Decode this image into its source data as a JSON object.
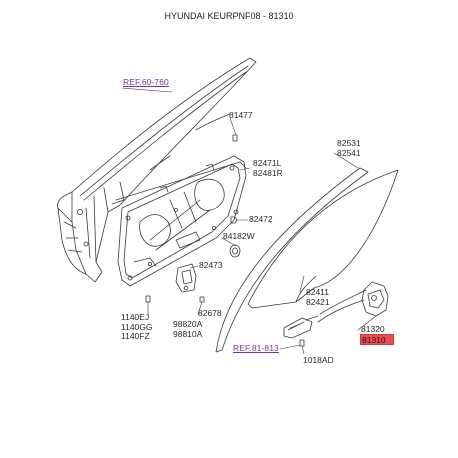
{
  "header": {
    "title": "HYUNDAI KEURPNF08 - 81310"
  },
  "refs": {
    "ref_door": "REF.60-760",
    "ref_latch": "REF.81-813"
  },
  "parts": {
    "p81477": "81477",
    "p82471": [
      "82471L",
      "82481R"
    ],
    "p82472": "82472",
    "p84182": "84182W",
    "p82473": "82473",
    "p82678": "82678",
    "p1140": [
      "1140EJ",
      "1140GG",
      "1140FZ"
    ],
    "p98820": [
      "98820A",
      "98810A"
    ],
    "p82531": [
      "82531",
      "82541"
    ],
    "p82411": [
      "82411",
      "82421"
    ],
    "p81320": "81320",
    "p81310": "81310",
    "p1018": "1018AD"
  },
  "highlight": {
    "part": "81310",
    "color": "#e8262b"
  },
  "colors": {
    "lines": "#3a3a3a",
    "ref_text": "#7b2fa0"
  },
  "icons": [
    "door-frame-icon",
    "door-module-icon",
    "window-glass-icon",
    "latch-icon",
    "handle-icon",
    "bolt-icon",
    "clip-icon",
    "grommet-icon"
  ]
}
